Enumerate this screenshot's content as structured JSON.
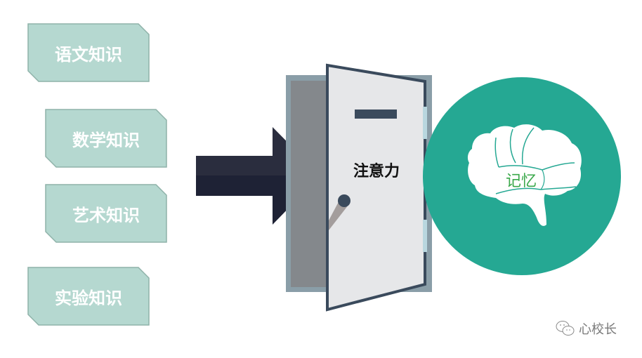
{
  "knowledge_items": [
    {
      "label": "语文知识"
    },
    {
      "label": "数学知识"
    },
    {
      "label": "艺术知识"
    },
    {
      "label": "实验知识"
    }
  ],
  "door": {
    "label": "注意力"
  },
  "brain": {
    "label": "记忆"
  },
  "watermark": {
    "icon": "wechat-icon",
    "text": "心校长"
  },
  "colors": {
    "box_fill": "#b5d8d0",
    "box_border": "#8fb2a9",
    "arrow_top": "#2a2d3e",
    "arrow_bottom": "#1e2235",
    "door_frame": "#8a9ea8",
    "door_inner": "#84888c",
    "door_panel": "#e6e7e9",
    "door_outline": "#3a4a5c",
    "circle": "#25a893",
    "memory_text": "#3aa84a"
  }
}
